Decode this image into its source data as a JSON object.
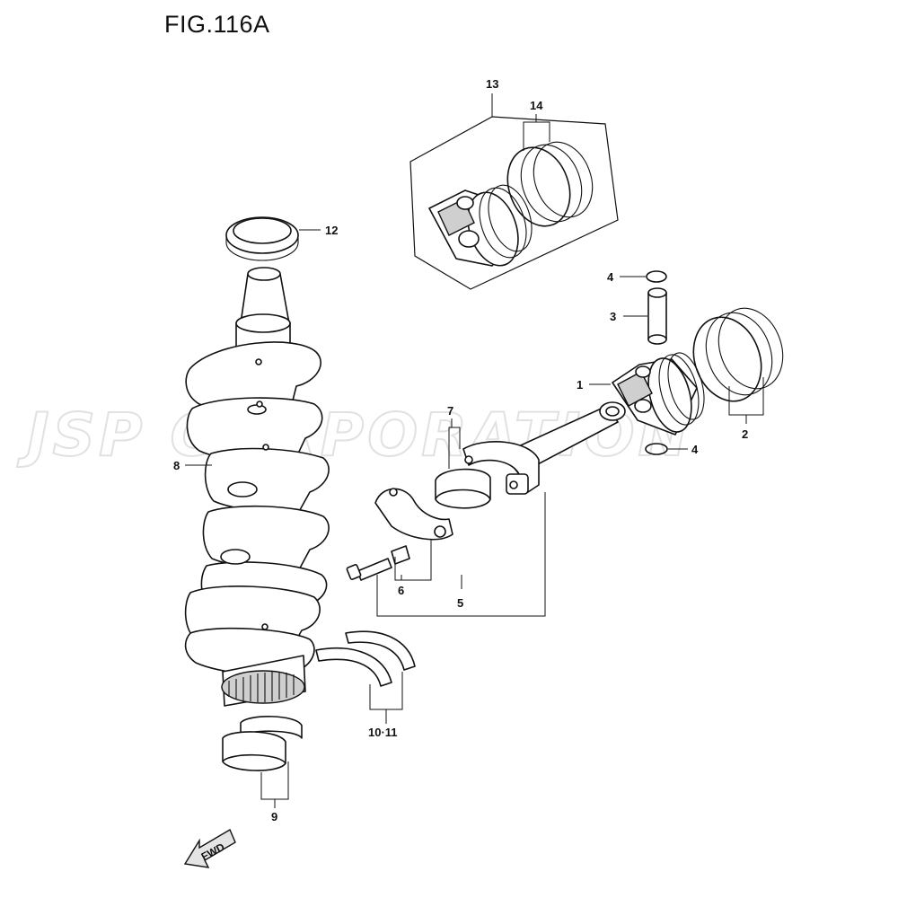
{
  "figure": {
    "title": "FIG.116A"
  },
  "watermark": {
    "text": "JSP CORPORATION"
  },
  "direction_badge": {
    "text": "FWD"
  },
  "callouts": {
    "c1": "1",
    "c2": "2",
    "c3": "3",
    "c4a": "4",
    "c4b": "4",
    "c5": "5",
    "c6": "6",
    "c7": "7",
    "c8": "8",
    "c9": "9",
    "c10_11": "10·11",
    "c12": "12",
    "c13": "13",
    "c14": "14"
  }
}
